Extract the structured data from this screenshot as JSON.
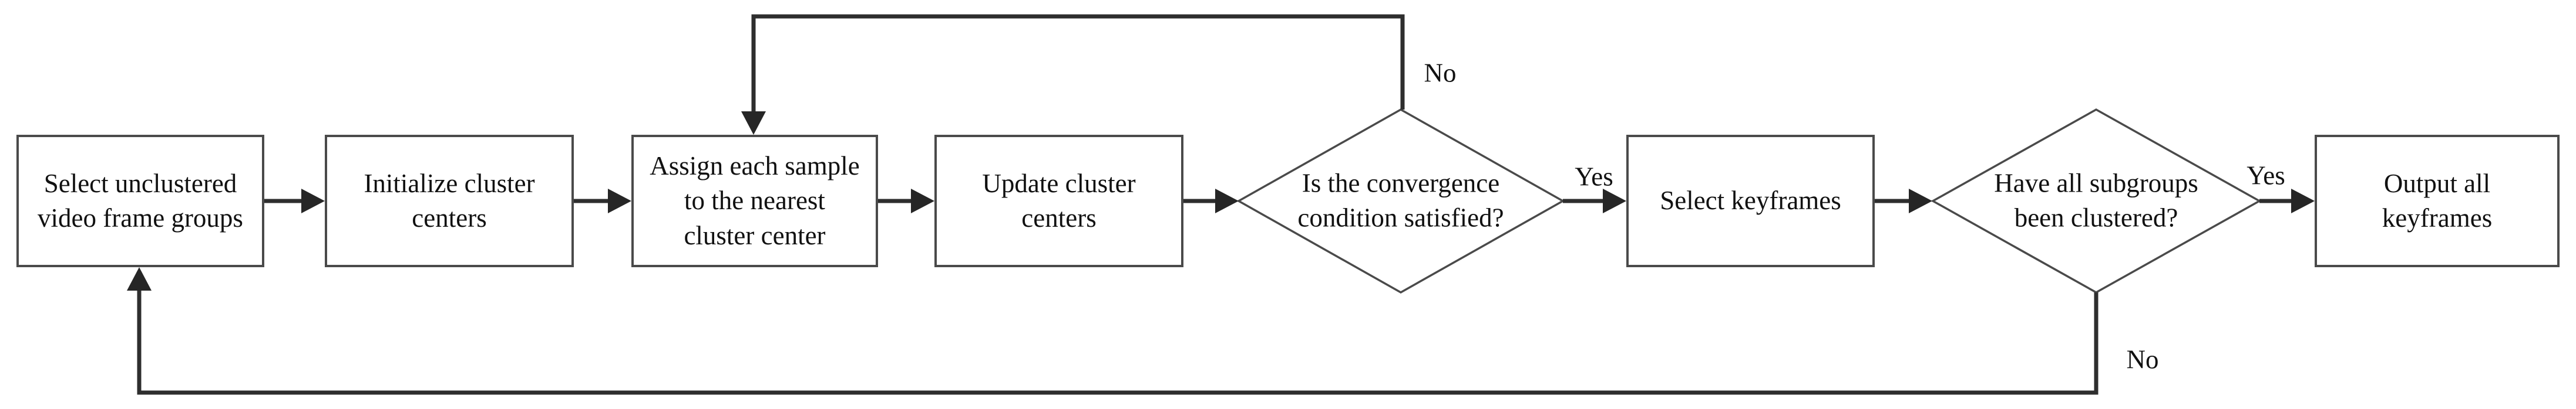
{
  "colors": {
    "connector_line": "#2e2e2e",
    "arrowhead": "#262626",
    "node_border": "#4a4a4a",
    "node_fill": "#ffffff",
    "text": "#111111",
    "background": "#ffffff"
  },
  "nodes": {
    "select_groups": {
      "label": "Select unclustered\nvideo frame groups",
      "type": "process"
    },
    "init_centers": {
      "label": "Initialize cluster\ncenters",
      "type": "process"
    },
    "assign_samples": {
      "label": "Assign each sample\nto the nearest\ncluster center",
      "type": "process"
    },
    "update_centers": {
      "label": "Update cluster\ncenters",
      "type": "process"
    },
    "convergence": {
      "label": "Is the convergence\ncondition satisfied?",
      "type": "decision"
    },
    "select_keyframes": {
      "label": "Select keyframes",
      "type": "process"
    },
    "subgroups": {
      "label": "Have all subgroups\nbeen clustered?",
      "type": "decision"
    },
    "output_keyframes": {
      "label": "Output all\nkeyframes",
      "type": "process"
    }
  },
  "edge_labels": {
    "convergence_no": "No",
    "convergence_yes": "Yes",
    "subgroups_yes": "Yes",
    "subgroups_no": "No"
  }
}
